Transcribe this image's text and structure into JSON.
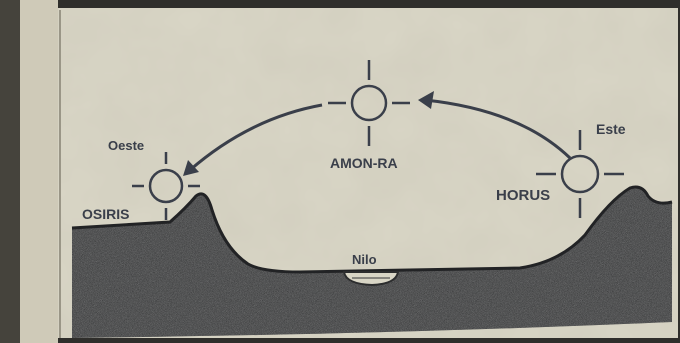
{
  "labels": {
    "west": "Oeste",
    "east": "Este",
    "osiris": "OSIRIS",
    "amon_ra": "AMON-RA",
    "horus": "HORUS",
    "river": "Nilo"
  },
  "colors": {
    "paper": "#d9d6c6",
    "ink": "#3a3f4a",
    "ground": "#2e2f30",
    "border": "#2f2e2b"
  },
  "icons": [
    "sun-icon",
    "arrow-icon"
  ]
}
